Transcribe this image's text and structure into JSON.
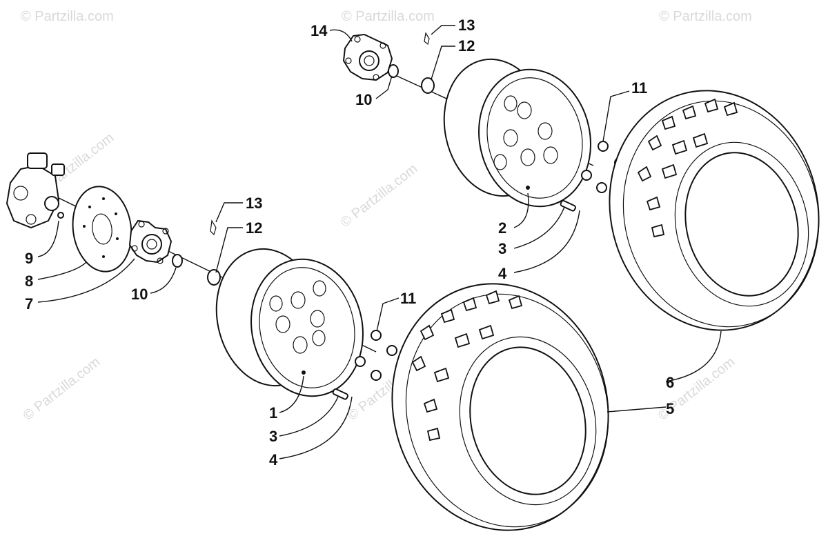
{
  "watermark": "© Partzilla.com",
  "callouts": [
    {
      "id": "c14",
      "label": "14"
    },
    {
      "id": "c13a",
      "label": "13"
    },
    {
      "id": "c12a",
      "label": "12"
    },
    {
      "id": "c10a",
      "label": "10"
    },
    {
      "id": "c11a",
      "label": "11"
    },
    {
      "id": "c2",
      "label": "2"
    },
    {
      "id": "c3a",
      "label": "3"
    },
    {
      "id": "c4a",
      "label": "4"
    },
    {
      "id": "c13b",
      "label": "13"
    },
    {
      "id": "c12b",
      "label": "12"
    },
    {
      "id": "c9",
      "label": "9"
    },
    {
      "id": "c8",
      "label": "8"
    },
    {
      "id": "c7",
      "label": "7"
    },
    {
      "id": "c10b",
      "label": "10"
    },
    {
      "id": "c11b",
      "label": "11"
    },
    {
      "id": "c1",
      "label": "1"
    },
    {
      "id": "c3b",
      "label": "3"
    },
    {
      "id": "c4b",
      "label": "4"
    },
    {
      "id": "c6",
      "label": "6"
    },
    {
      "id": "c5",
      "label": "5"
    }
  ]
}
